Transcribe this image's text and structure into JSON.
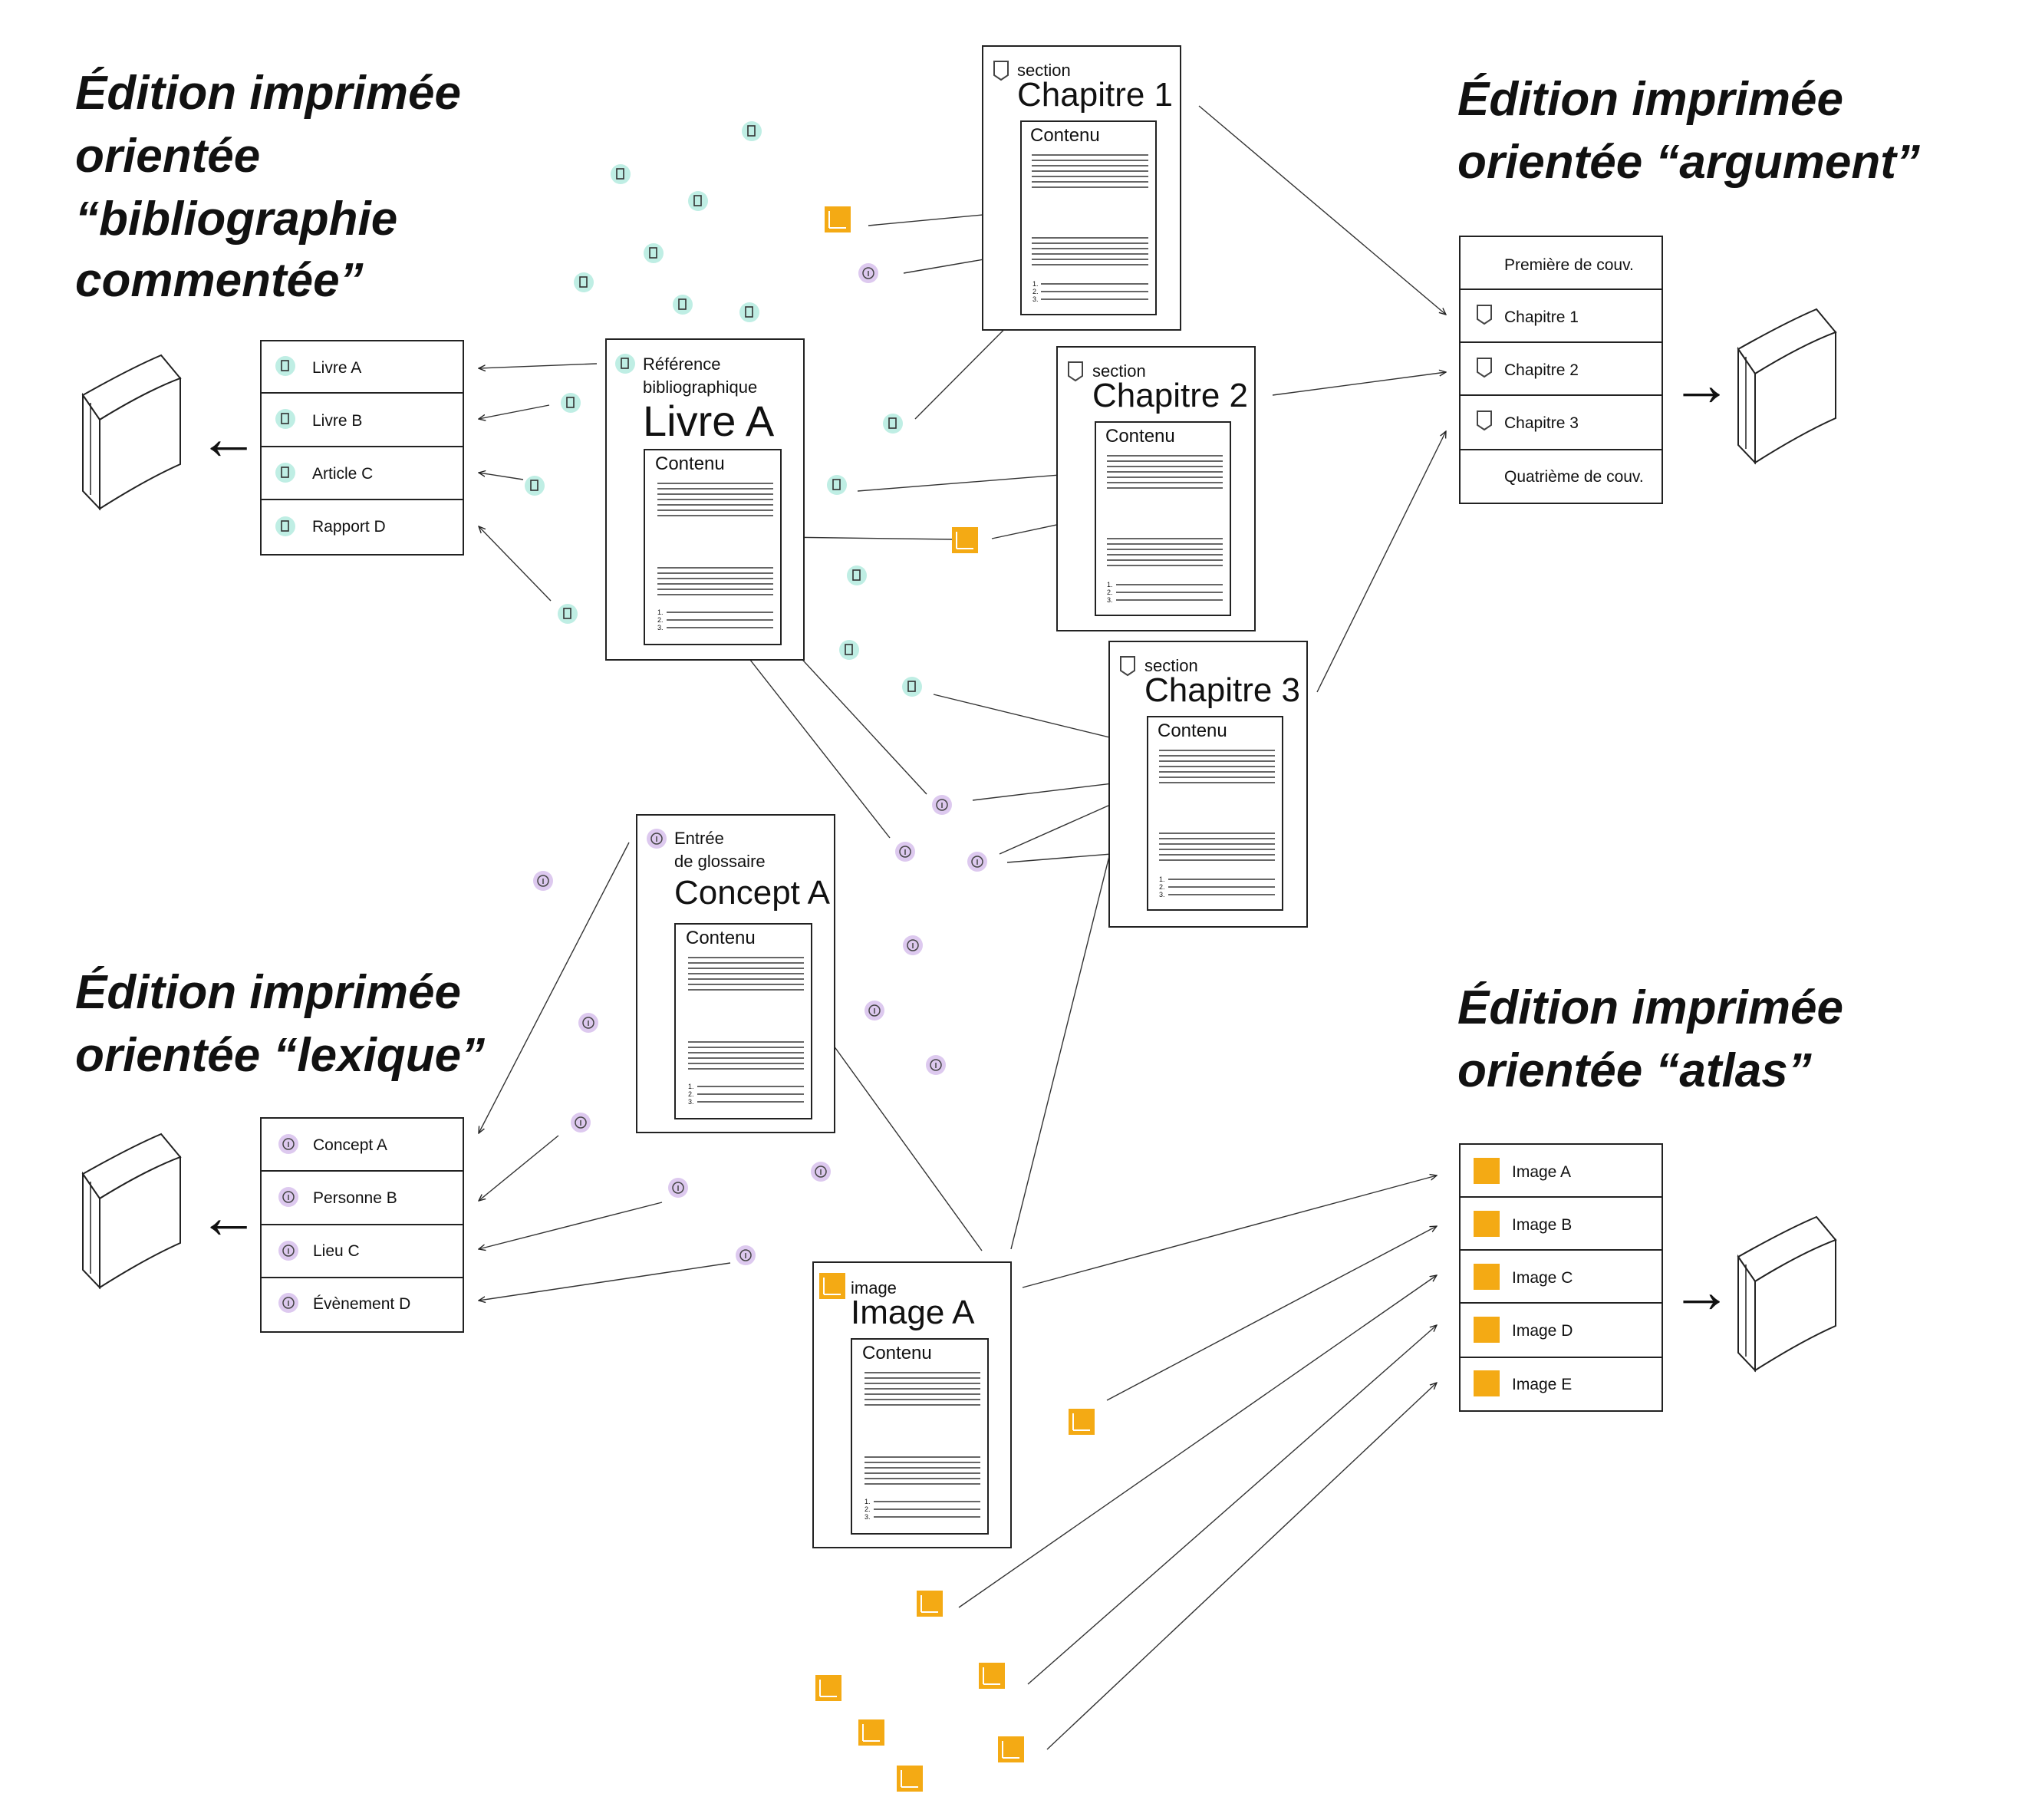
{
  "colors": {
    "biblio_icon": "#bfeee4",
    "glossary_icon": "#ddc9ef",
    "image_icon": "#f4aa14",
    "stroke": "#222222"
  },
  "editions": {
    "biblio": [
      "Édition imprimée",
      "orientée",
      "“bibliographie",
      "commentée”"
    ],
    "argument": [
      "Édition imprimée",
      "orientée “argument”"
    ],
    "lexique": [
      "Édition imprimée",
      "orientée “lexique”"
    ],
    "atlas": [
      "Édition imprimée",
      "orientée “atlas”"
    ]
  },
  "arrows": {
    "left": "←",
    "right": "→"
  },
  "content_label": "Contenu",
  "numbered_lines": [
    "1.",
    "2.",
    "3."
  ],
  "docs": {
    "chapitre1": {
      "kind": "section",
      "name": "Chapitre 1",
      "icon": "shield-icon"
    },
    "chapitre2": {
      "kind": "section",
      "name": "Chapitre 2",
      "icon": "shield-icon"
    },
    "chapitre3": {
      "kind": "section",
      "name": "Chapitre 3",
      "icon": "shield-icon"
    },
    "livre_a": {
      "kind_lines": [
        "Référence",
        "bibliographique"
      ],
      "name": "Livre A",
      "icon": "biblio-icon"
    },
    "concept_a": {
      "kind_lines": [
        "Entrée",
        "de glossaire"
      ],
      "name": "Concept A",
      "icon": "glossary-icon"
    },
    "image_a": {
      "kind": "image",
      "name": "Image A",
      "icon": "image-icon"
    }
  },
  "lists": {
    "biblio": [
      "Livre A",
      "Livre B",
      "Article C",
      "Rapport D"
    ],
    "argument": [
      "Première de couv.",
      "Chapitre 1",
      "Chapitre 2",
      "Chapitre 3",
      "Quatrième de couv."
    ],
    "lexique": [
      "Concept A",
      "Personne B",
      "Lieu C",
      "Évènement D"
    ],
    "atlas": [
      "Image A",
      "Image B",
      "Image C",
      "Image D",
      "Image E"
    ]
  }
}
